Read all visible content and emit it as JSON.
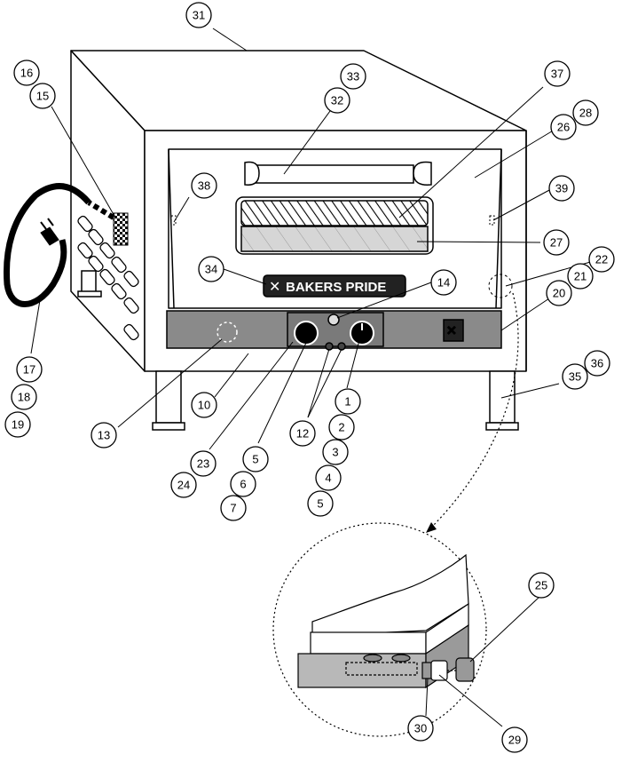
{
  "brand": {
    "logo_text": "BAKERS PRIDE"
  },
  "callouts": [
    {
      "id": "c31",
      "label": "31"
    },
    {
      "id": "c16",
      "label": "16"
    },
    {
      "id": "c15",
      "label": "15"
    },
    {
      "id": "c33",
      "label": "33"
    },
    {
      "id": "c32",
      "label": "32"
    },
    {
      "id": "c37",
      "label": "37"
    },
    {
      "id": "c28",
      "label": "28"
    },
    {
      "id": "c26",
      "label": "26"
    },
    {
      "id": "c38",
      "label": "38"
    },
    {
      "id": "c39",
      "label": "39"
    },
    {
      "id": "c27",
      "label": "27"
    },
    {
      "id": "c22",
      "label": "22"
    },
    {
      "id": "c21",
      "label": "21"
    },
    {
      "id": "c20",
      "label": "20"
    },
    {
      "id": "c34",
      "label": "34"
    },
    {
      "id": "c14",
      "label": "14"
    },
    {
      "id": "c17",
      "label": "17"
    },
    {
      "id": "c18",
      "label": "18"
    },
    {
      "id": "c19",
      "label": "19"
    },
    {
      "id": "c13",
      "label": "13"
    },
    {
      "id": "c10",
      "label": "10"
    },
    {
      "id": "c1",
      "label": "1"
    },
    {
      "id": "c2",
      "label": "2"
    },
    {
      "id": "c3",
      "label": "3"
    },
    {
      "id": "c4",
      "label": "4"
    },
    {
      "id": "c5b",
      "label": "5"
    },
    {
      "id": "c12",
      "label": "12"
    },
    {
      "id": "c5a",
      "label": "5"
    },
    {
      "id": "c6",
      "label": "6"
    },
    {
      "id": "c7",
      "label": "7"
    },
    {
      "id": "c23",
      "label": "23"
    },
    {
      "id": "c24",
      "label": "24"
    },
    {
      "id": "c35",
      "label": "35"
    },
    {
      "id": "c36",
      "label": "36"
    },
    {
      "id": "c25",
      "label": "25"
    },
    {
      "id": "c30",
      "label": "30"
    },
    {
      "id": "c29",
      "label": "29"
    }
  ],
  "colors": {
    "line": "#000000",
    "panel": "#8a8a8a",
    "glass": "#cfcfcf",
    "logo_bg": "#222222"
  }
}
